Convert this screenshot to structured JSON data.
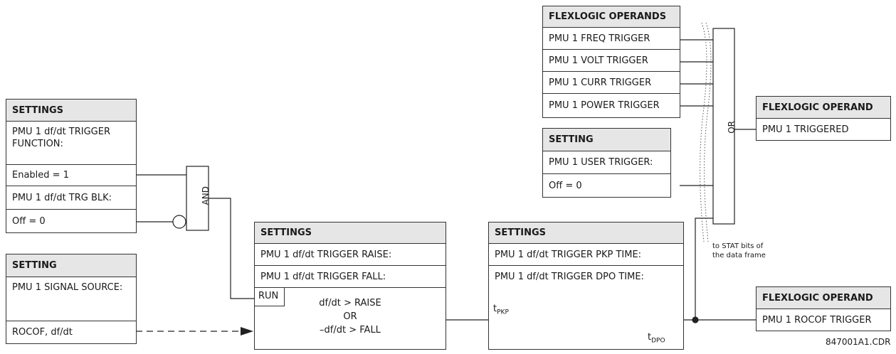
{
  "flexlogic_operands": {
    "header": "FLEXLOGIC OPERANDS",
    "items": [
      "PMU 1 FREQ TRIGGER",
      "PMU 1 VOLT TRIGGER",
      "PMU 1 CURR TRIGGER",
      "PMU 1 POWER TRIGGER"
    ]
  },
  "user_trigger": {
    "header": "SETTING",
    "label": "PMU 1 USER TRIGGER:",
    "value": "Off = 0"
  },
  "function_settings": {
    "header": "SETTINGS",
    "function_label": "PMU 1 df/dt TRIGGER FUNCTION:",
    "function_value": "Enabled = 1",
    "block_label": "PMU 1 df/dt TRG BLK:",
    "block_value": "Off = 0"
  },
  "signal_source": {
    "header": "SETTING",
    "label": "PMU 1 SIGNAL SOURCE:",
    "value": "ROCOF, df/dt"
  },
  "raise_fall_settings": {
    "header": "SETTINGS",
    "raise_label": "PMU 1 df/dt TRIGGER RAISE:",
    "fall_label": "PMU 1 df/dt TRIGGER FALL:",
    "run_label": "RUN",
    "cond_1": "df/dt > RAISE",
    "cond_or": "OR",
    "cond_2": "–df/dt > FALL"
  },
  "timer_settings": {
    "header": "SETTINGS",
    "pkp_label": "PMU 1 df/dt TRIGGER PKP TIME:",
    "dpo_label": "PMU 1 df/dt TRIGGER DPO TIME:",
    "t_pkp": "t",
    "t_pkp_sub": "PKP",
    "t_dpo": "t",
    "t_dpo_sub": "DPO"
  },
  "gates": {
    "and_top": "A",
    "and_mid": "N",
    "and_bot": "D",
    "or_top": "O",
    "or_bot": "R"
  },
  "operand_triggered": {
    "header": "FLEXLOGIC OPERAND",
    "value": "PMU 1 TRIGGERED"
  },
  "operand_rocof": {
    "header": "FLEXLOGIC OPERAND",
    "value": "PMU 1 ROCOF TRIGGER"
  },
  "stat_note": {
    "line1": "to STAT bits of",
    "line2": "the data frame"
  },
  "drawing_code": "847001A1.CDR"
}
